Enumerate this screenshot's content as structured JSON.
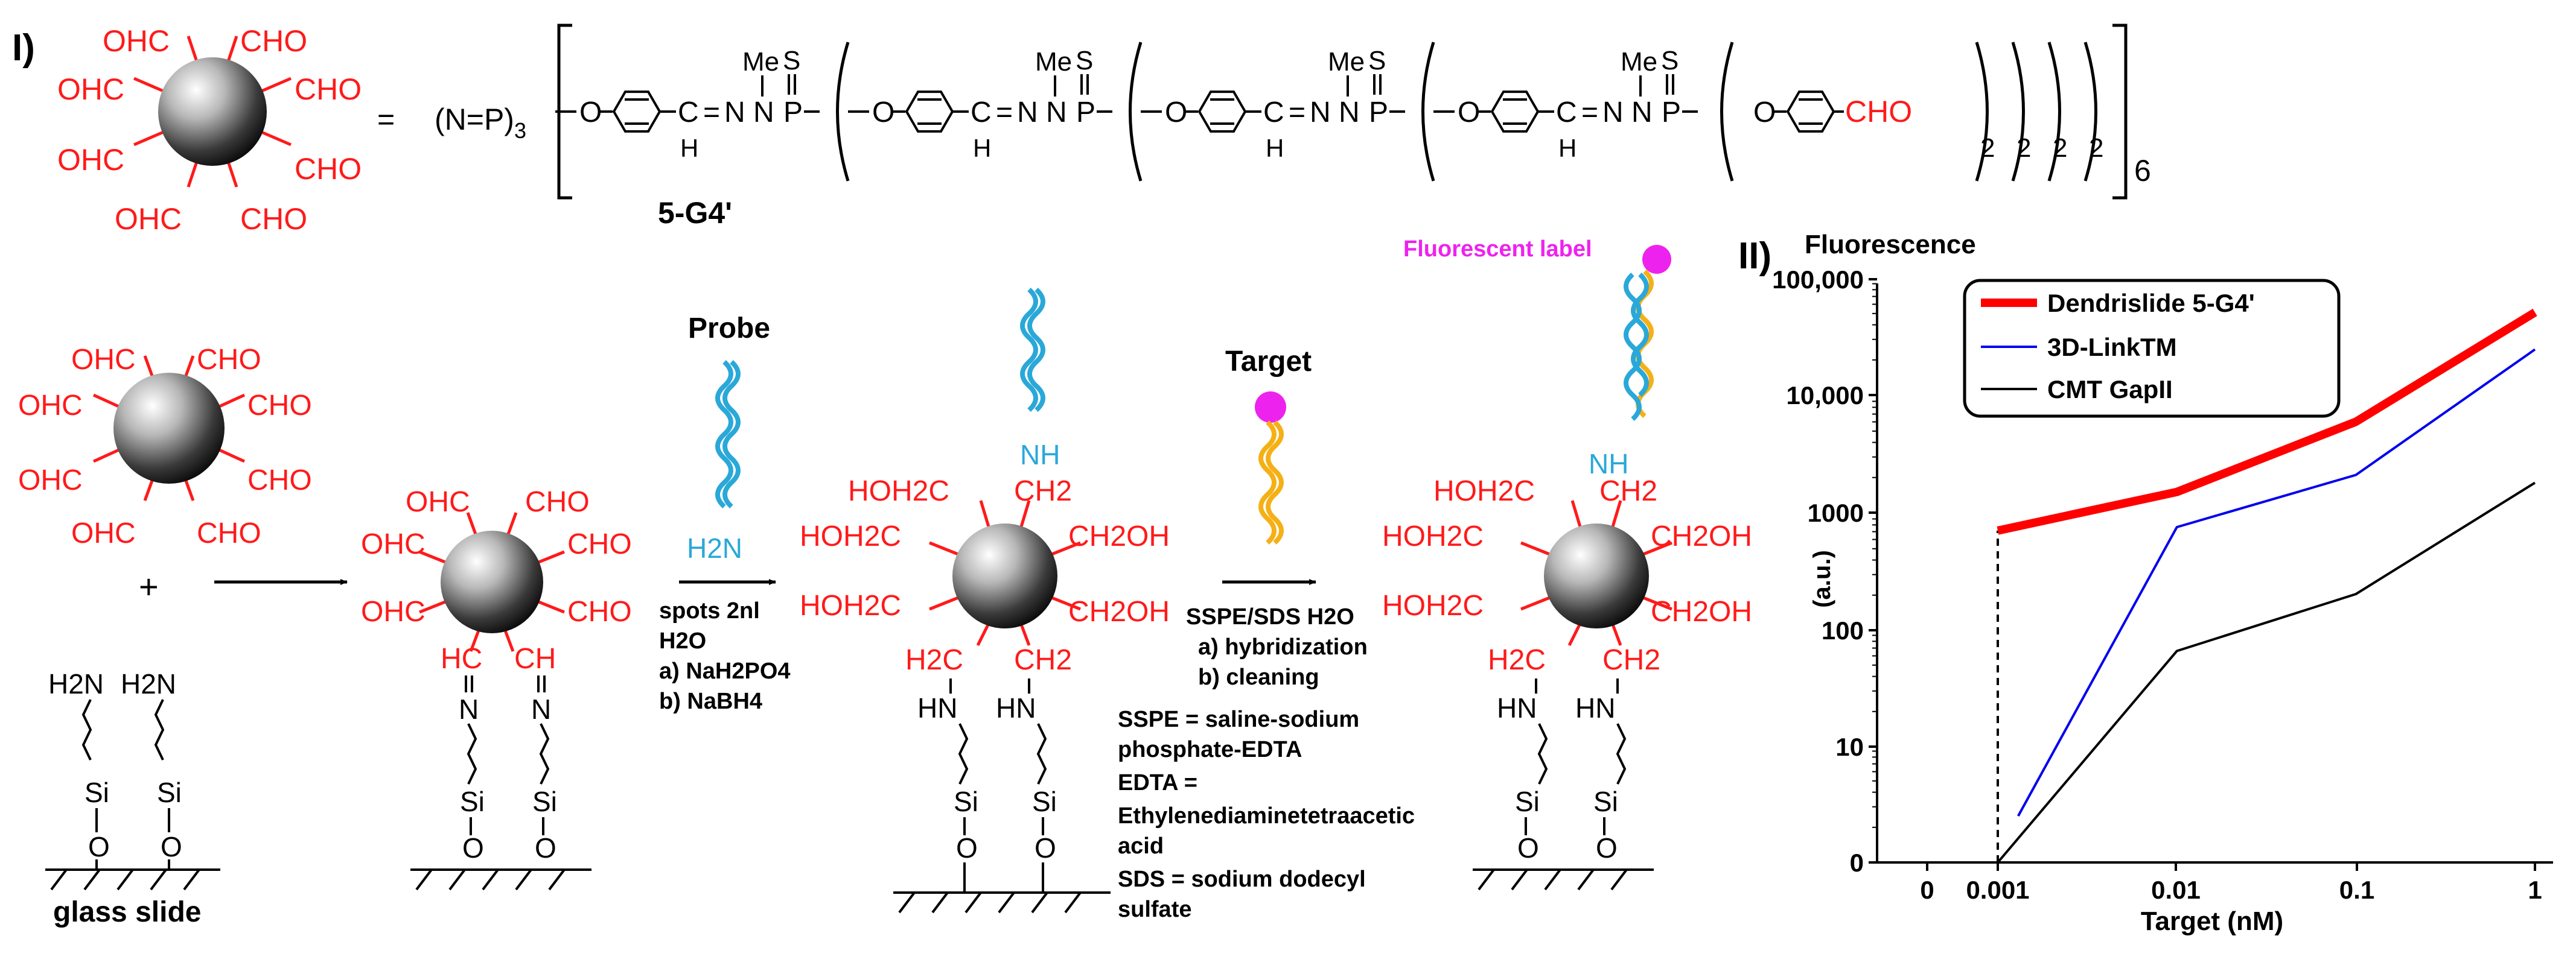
{
  "panel_one": {
    "label": "I)",
    "equals": "=",
    "core": "(N=P)",
    "core_sub": "3",
    "compound": "5-G4'",
    "me": "Me",
    "s": "S",
    "o": "O",
    "h": "H",
    "n": "N",
    "p": "P",
    "c": "C",
    "cho": "CHO",
    "ohc": "OHC",
    "sub2": "2",
    "sub6": "6"
  },
  "scheme": {
    "plus": "+",
    "probe_title": "Probe",
    "probe_amine": "H2N",
    "spots": "spots 2nl",
    "water": "H2O",
    "step_a1": "a) NaH2PO4",
    "step_b1": "b) NaBH4",
    "target_title": "Target",
    "buffer": "SSPE/SDS H2O",
    "step_a2": "a) hybridization",
    "step_b2": "b) cleaning",
    "abbrev_lines": [
      "SSPE = saline-sodium",
      "phosphate-EDTA",
      "EDTA =",
      "Ethylenediaminetetraacetic",
      "acid",
      "SDS = sodium dodecyl",
      "sulfate"
    ],
    "glass_slide": "glass slide",
    "fluor_label": "Fluorescent label",
    "nh": "NH",
    "hn": "HN",
    "si": "Si",
    "h2n": "H2N",
    "hoh2c": "HOH2C",
    "ch2oh": "CH2OH",
    "ch2": "CH2",
    "h2c": "H2C",
    "hc": "HC",
    "ch": "CH"
  },
  "chart_panel": {
    "label": "II)",
    "ylabel_top": "Fluorescence",
    "ylabel_unit": "(a.u.)"
  },
  "chart_data": {
    "type": "line",
    "title": "",
    "xlabel": "Target (nM)",
    "ylabel": "Fluorescence (a.u.)",
    "x_ticks": [
      "0",
      "0.001",
      "0.01",
      "0.1",
      "1"
    ],
    "y_ticks": [
      "0",
      "10",
      "100",
      "1000",
      "10,000",
      "100,000"
    ],
    "y_scale": "log",
    "legend_position": "top-left",
    "series": [
      {
        "name": "Dendrislide 5-G4'",
        "color": "#ff0000",
        "x": [
          0.001,
          0.01,
          0.1,
          1
        ],
        "y": [
          700,
          1500,
          6000,
          52000
        ]
      },
      {
        "name": "3D-LinkTM",
        "color": "#0000ee",
        "x": [
          0.0013,
          0.01,
          0.1,
          1
        ],
        "y": [
          2.5,
          750,
          2100,
          25000
        ]
      },
      {
        "name": "CMT GapII",
        "color": "#000000",
        "x": [
          0,
          0.001,
          0.01,
          0.1,
          1
        ],
        "y": [
          0,
          0,
          65,
          200,
          1800
        ]
      }
    ]
  }
}
